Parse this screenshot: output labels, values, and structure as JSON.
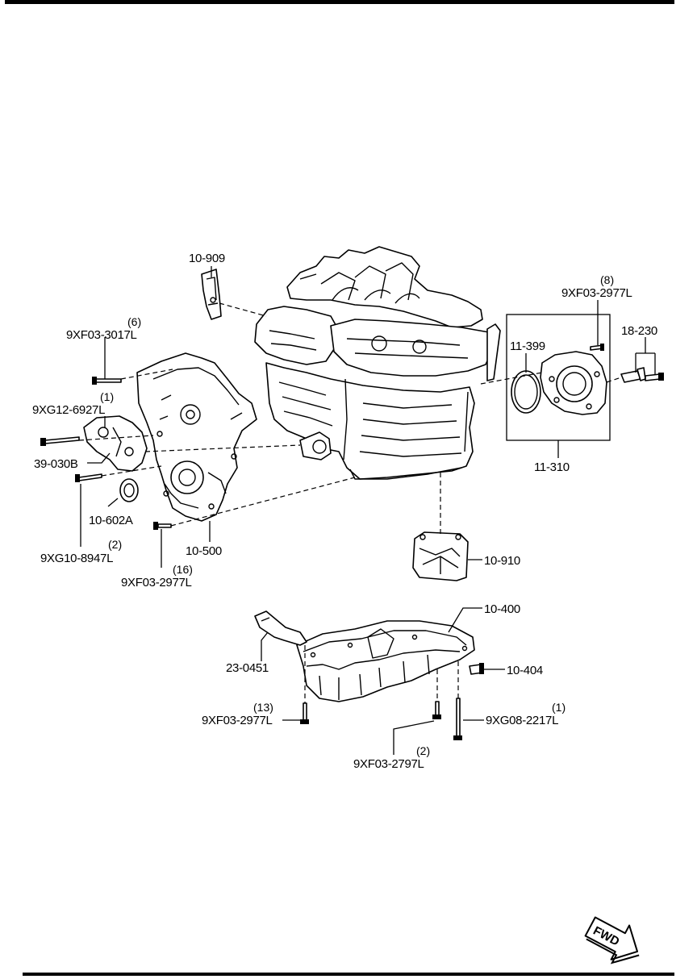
{
  "callouts": [
    {
      "id": "10-909",
      "label": "10-909",
      "qty": ""
    },
    {
      "id": "9XF03-3017L",
      "label": "9XF03-3017L",
      "qty": "(6)"
    },
    {
      "id": "9XG12-6927L",
      "label": "9XG12-6927L",
      "qty": "(1)"
    },
    {
      "id": "39-030B",
      "label": "39-030B",
      "qty": ""
    },
    {
      "id": "10-602A",
      "label": "10-602A",
      "qty": ""
    },
    {
      "id": "9XG10-8947L",
      "label": "9XG10-8947L",
      "qty": "(2)"
    },
    {
      "id": "9XF03-2977L-16",
      "label": "9XF03-2977L",
      "qty": "(16)"
    },
    {
      "id": "10-500",
      "label": "10-500",
      "qty": ""
    },
    {
      "id": "9XF03-2977L-8",
      "label": "9XF03-2977L",
      "qty": "(8)"
    },
    {
      "id": "18-230",
      "label": "18-230",
      "qty": ""
    },
    {
      "id": "11-399",
      "label": "11-399",
      "qty": ""
    },
    {
      "id": "11-310",
      "label": "11-310",
      "qty": ""
    },
    {
      "id": "10-910",
      "label": "10-910",
      "qty": ""
    },
    {
      "id": "10-400",
      "label": "10-400",
      "qty": ""
    },
    {
      "id": "23-0451",
      "label": "23-0451",
      "qty": ""
    },
    {
      "id": "10-404",
      "label": "10-404",
      "qty": ""
    },
    {
      "id": "9XF03-2977L-13",
      "label": "9XF03-2977L",
      "qty": "(13)"
    },
    {
      "id": "9XG08-2217L",
      "label": "9XG08-2217L",
      "qty": "(1)"
    },
    {
      "id": "9XF03-2797L",
      "label": "9XF03-2797L",
      "qty": "(2)"
    }
  ],
  "fwd_label": "FWD",
  "icons": [
    "fwd-arrow-icon"
  ]
}
